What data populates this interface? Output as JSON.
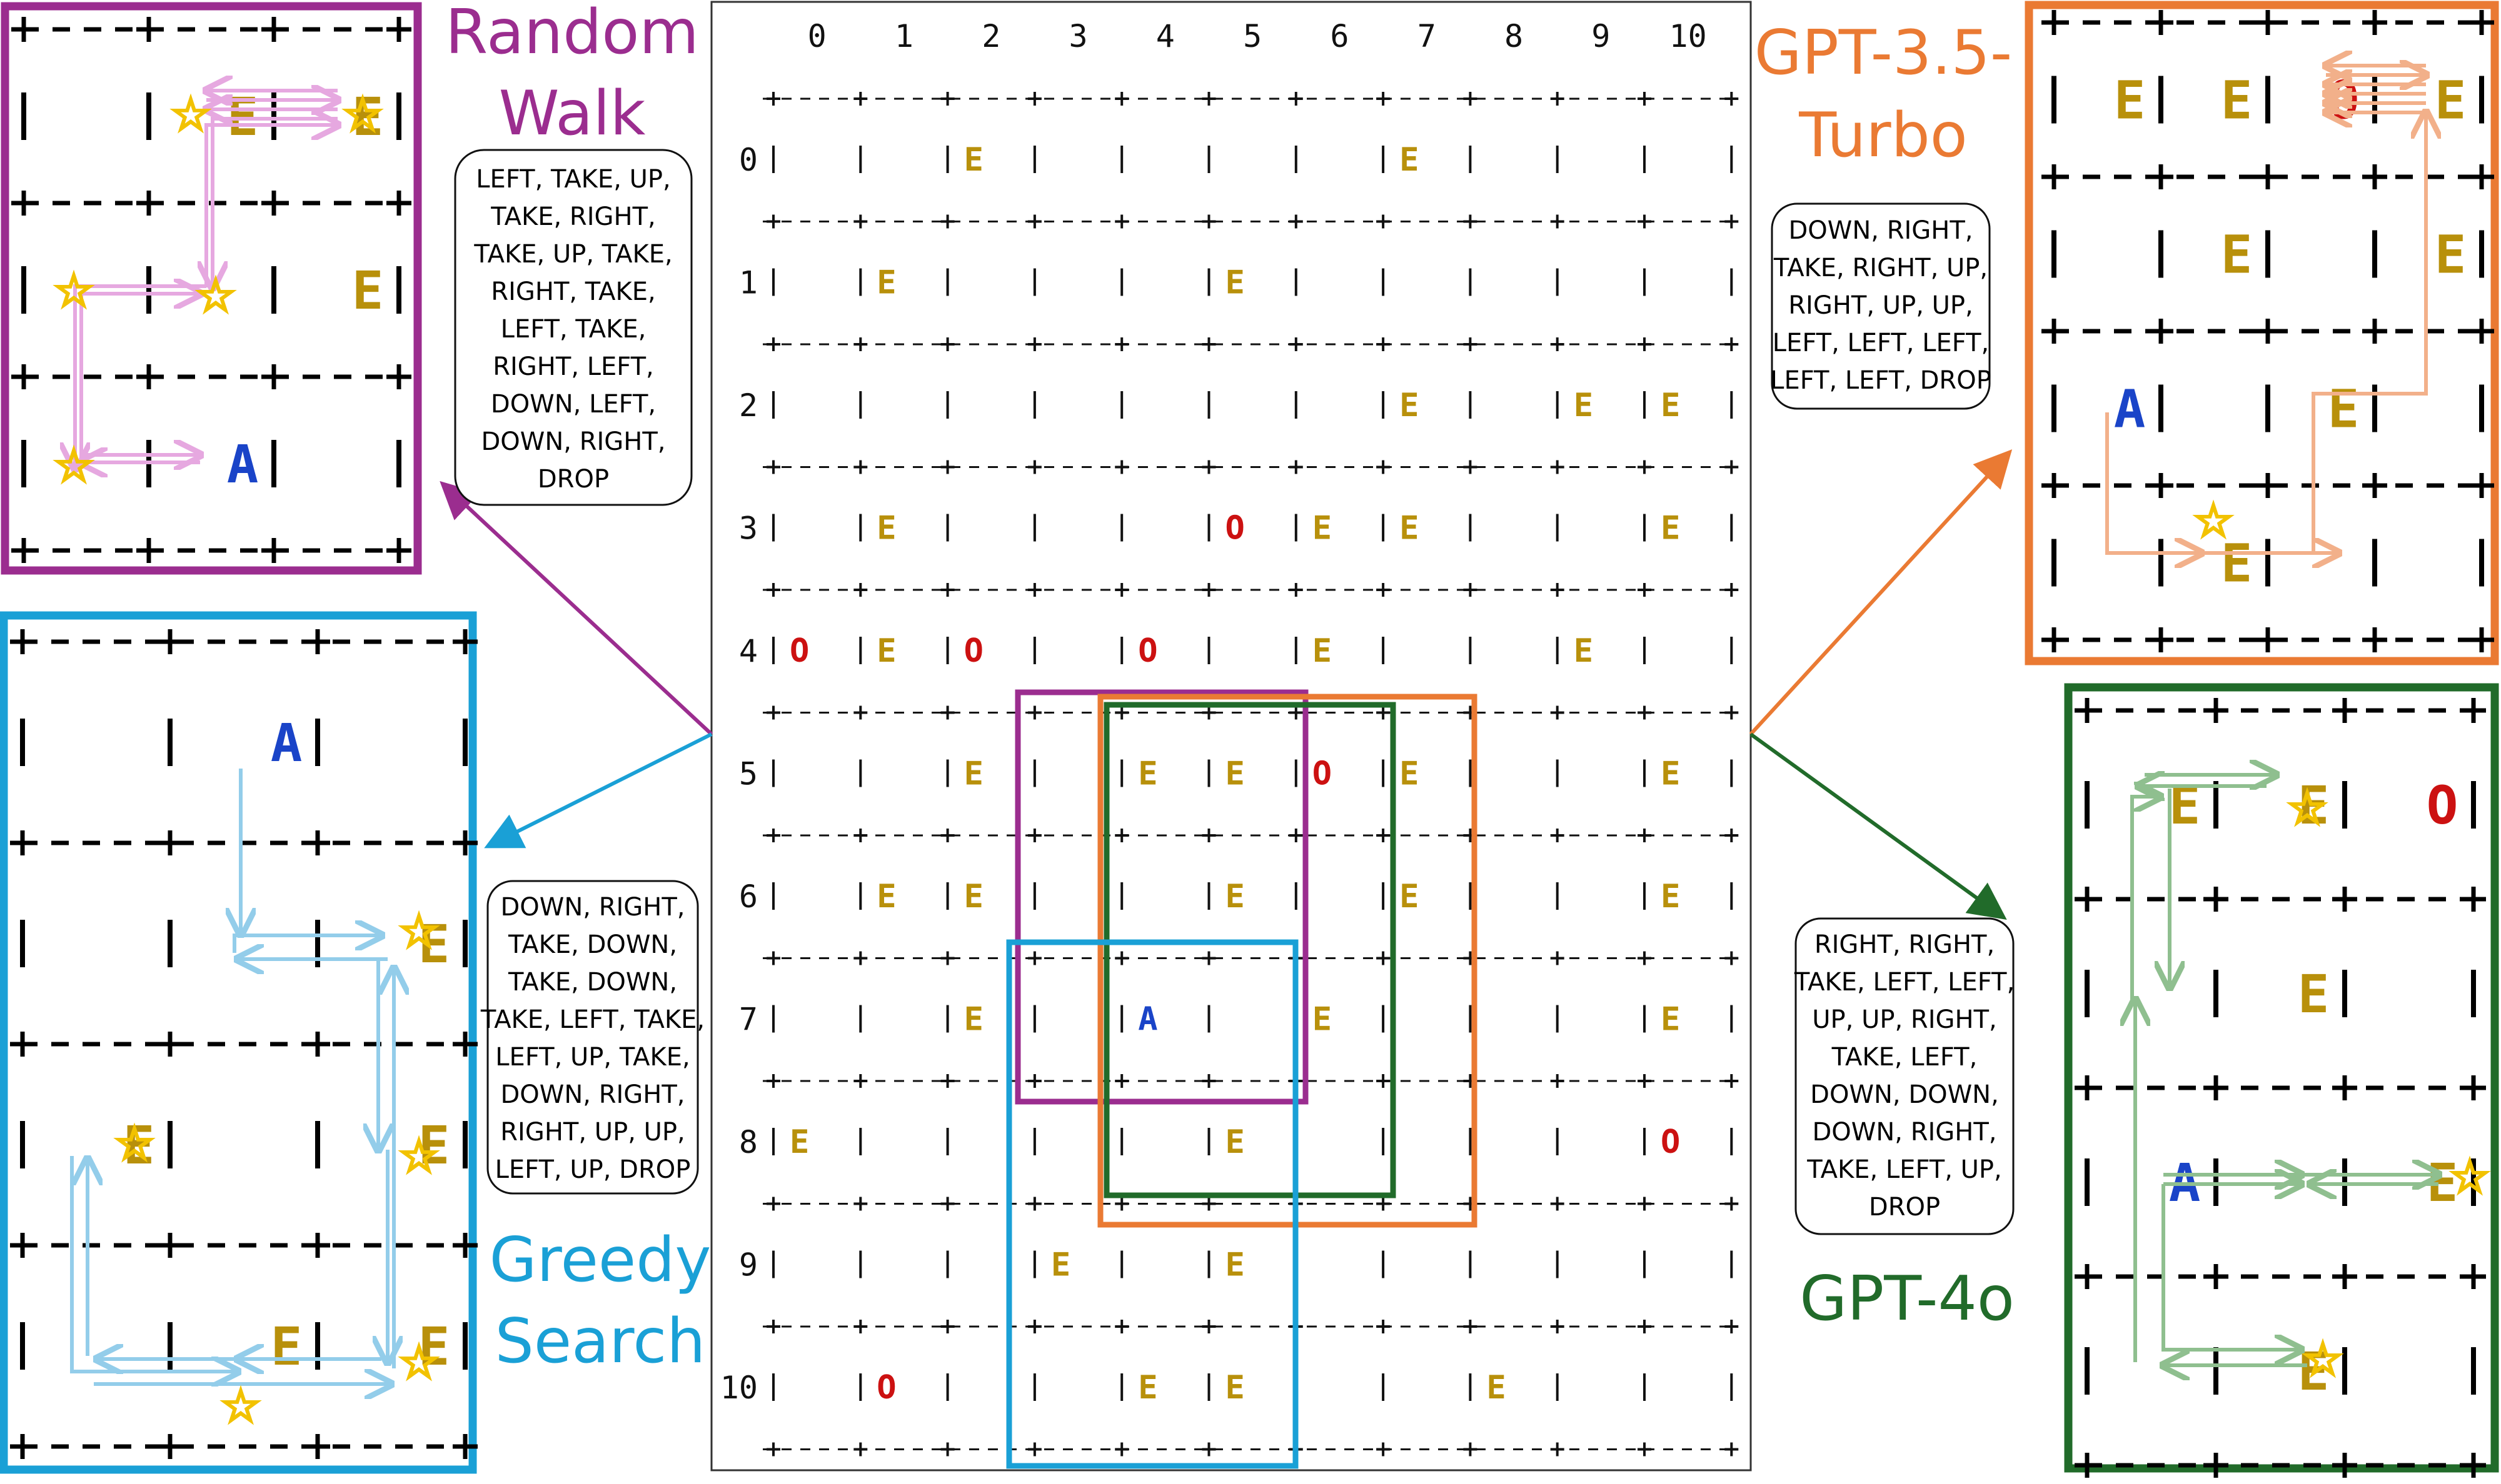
{
  "colors": {
    "random_walk": "#9b2d8f",
    "greedy": "#1aa0d6",
    "gpt35": "#ea7a33",
    "gpt4o": "#216b2a",
    "item_E": "#b8900b",
    "obstacle_O": "#cc1111",
    "agent_A": "#1a44c8",
    "star": "#f2c200"
  },
  "labels": {
    "random_walk": [
      "Random",
      "Walk"
    ],
    "greedy": [
      "Greedy",
      "Search"
    ],
    "gpt35": [
      "GPT-3.5-",
      "Turbo"
    ],
    "gpt4o": [
      "GPT-4o"
    ]
  },
  "actions": {
    "random_walk": [
      "LEFT, TAKE, UP,",
      "TAKE, RIGHT,",
      "TAKE, UP, TAKE,",
      "RIGHT, TAKE,",
      "LEFT, TAKE,",
      "RIGHT, LEFT,",
      "DOWN, LEFT,",
      "DOWN, RIGHT,",
      "DROP"
    ],
    "gpt35": [
      "DOWN, RIGHT,",
      "TAKE, RIGHT, UP,",
      "RIGHT, UP, UP,",
      "LEFT, LEFT, LEFT,",
      "LEFT, LEFT, DROP"
    ],
    "greedy": [
      "DOWN, RIGHT,",
      "TAKE, DOWN,",
      "TAKE, DOWN,",
      "TAKE, LEFT, TAKE,",
      "LEFT, UP, TAKE,",
      "DOWN, RIGHT,",
      "RIGHT, UP, UP,",
      "LEFT, UP, DROP"
    ],
    "gpt4o": [
      "RIGHT, RIGHT,",
      "TAKE, LEFT, LEFT,",
      "UP, UP, RIGHT,",
      "TAKE, LEFT,",
      "DOWN, DOWN,",
      "DOWN, RIGHT,",
      "TAKE, LEFT, UP,",
      "DROP"
    ]
  },
  "grid": {
    "col_labels": [
      "0",
      "1",
      "2",
      "3",
      "4",
      "5",
      "6",
      "7",
      "8",
      "9",
      "10"
    ],
    "row_labels": [
      "0",
      "1",
      "2",
      "3",
      "4",
      "5",
      "6",
      "7",
      "8",
      "9",
      "10"
    ],
    "cells": [
      [
        "",
        "",
        "E",
        "",
        "",
        "",
        "",
        "E",
        "",
        "",
        ""
      ],
      [
        "",
        "E",
        "",
        "",
        "",
        "E",
        "",
        "",
        "",
        "",
        ""
      ],
      [
        "",
        "",
        "",
        "",
        "",
        "",
        "",
        "E",
        "",
        "E",
        "E"
      ],
      [
        "",
        "E",
        "",
        "",
        "",
        "O",
        "E",
        "E",
        "",
        "",
        "E"
      ],
      [
        "O",
        "E",
        "O",
        "",
        "O",
        "",
        "E",
        "",
        "",
        "E",
        ""
      ],
      [
        "",
        "",
        "E",
        "",
        "E",
        "E",
        "O",
        "E",
        "",
        "",
        "E"
      ],
      [
        "",
        "E",
        "E",
        "",
        "",
        "E",
        "",
        "E",
        "",
        "",
        "E"
      ],
      [
        "",
        "",
        "E",
        "",
        "A",
        "",
        "E",
        "",
        "",
        "",
        "E"
      ],
      [
        "E",
        "",
        "",
        "",
        "",
        "E",
        "",
        "",
        "",
        "",
        "O"
      ],
      [
        "",
        "",
        "",
        "E",
        "",
        "E",
        "",
        "",
        "",
        "",
        ""
      ],
      [
        "",
        "O",
        "",
        "",
        "E",
        "E",
        "",
        "",
        "E",
        "",
        ""
      ]
    ]
  },
  "zoom_random_walk": [
    [
      "",
      "E",
      "E"
    ],
    [
      "",
      "",
      "E"
    ],
    [
      "",
      "A",
      ""
    ]
  ],
  "zoom_greedy": [
    [
      "",
      "A",
      ""
    ],
    [
      "",
      "",
      "E"
    ],
    [
      "E",
      "",
      "E"
    ],
    [
      "",
      "E",
      "E"
    ]
  ],
  "zoom_gpt35": [
    [
      "E",
      "E",
      "O",
      "E"
    ],
    [
      "",
      "E",
      "",
      "E"
    ],
    [
      "A",
      "",
      "E",
      ""
    ],
    [
      "",
      "E",
      "",
      ""
    ]
  ],
  "zoom_gpt4o": [
    [
      "E",
      "E",
      "O"
    ],
    [
      "",
      "E",
      ""
    ],
    [
      "A",
      "",
      "E"
    ],
    [
      "",
      "E",
      ""
    ]
  ]
}
